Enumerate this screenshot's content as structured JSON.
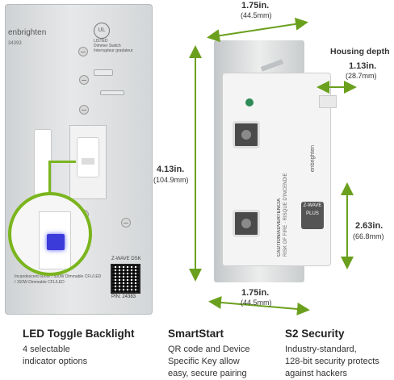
{
  "product": {
    "brand": "enbrighten",
    "model": "34393",
    "cert_text": "LISTED",
    "cert_sub": "Dimmer Switch Interrupteur gradateur",
    "qr_label": "Z-WAVE DSK",
    "pin": "PIN: 24383",
    "spec_text": "Incandescent 600W / 300W Dimmable CFL/LED / 150W Dimmable CFL/LED",
    "caution": "CAUTION/ADVERTENCIA",
    "caution_sub": "RISK OF FIRE · RISQUE D'INCENDIE",
    "side_brand": "enbrighten",
    "zwave_badge": "Z-WAVE PLUS"
  },
  "dimensions": {
    "width_top": "1.75in.",
    "width_top_mm": "(44.5mm)",
    "depth_label": "Housing depth",
    "depth": "1.13in.",
    "depth_mm": "(28.7mm)",
    "height": "4.13in.",
    "height_mm": "(104.9mm)",
    "inner": "2.63in.",
    "inner_mm": "(66.8mm)",
    "width_bottom": "1.75in.",
    "width_bottom_mm": "(44.5mm)"
  },
  "features": [
    {
      "title": "LED Toggle Backlight",
      "desc": [
        "4 selectable",
        "indicator options"
      ]
    },
    {
      "title": "SmartStart",
      "desc": [
        "QR code and Device",
        "Specific Key allow",
        "easy, secure pairing"
      ]
    },
    {
      "title": "S2 Security",
      "desc": [
        "Industry-standard,",
        "128-bit security protects",
        "against hackers"
      ]
    }
  ],
  "colors": {
    "accent": "#7ab51d",
    "led": "#3b3bd9"
  }
}
